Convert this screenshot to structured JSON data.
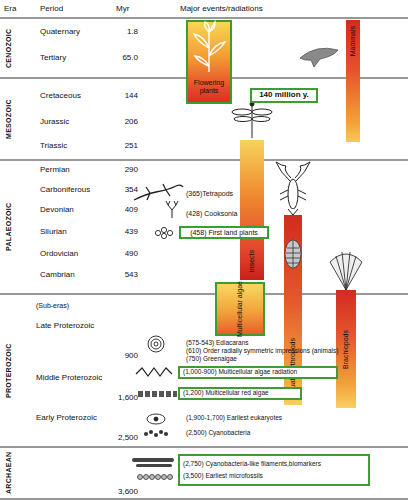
{
  "diagram": {
    "nodes": [
      {
        "text": [
          "Flowering plants"
        ]
      },
      {
        "text": [
          "Mammals"
        ]
      },
      {
        "text": [
          "140 million y."
        ]
      },
      {
        "text": [
          "Insects"
        ]
      },
      {
        "text": [
          "Aquatic arthropods"
        ]
      },
      {
        "text": [
          "Brachiopods"
        ]
      },
      {
        "text": [
          "(458) First land plants"
        ]
      },
      {
        "text": [
          "Multicellular algae"
        ]
      },
      {
        "text": [
          "(1,000-900) Multicellular algae radiation"
        ]
      },
      {
        "text": [
          "(1,200) Multicellular red algae"
        ]
      },
      {
        "text": [
          "(2,750) Cyanobacteria-like filaments,biomarkers",
          "(3,500) Earliest microfossils"
        ]
      }
    ],
    "labels": [
      "Era",
      "Period",
      "Myr",
      "Major events/radiations",
      "CENOZOIC",
      "Quaternary",
      "1.8",
      "Tertiary",
      "65.0",
      "MESOZOIC",
      "Cretaceous",
      "144",
      "Jurassic",
      "206",
      "Triassic",
      "251",
      "PALAEOZOIC",
      "Permian",
      "290",
      "Carboniferous",
      "354",
      "Devonian",
      "409",
      "Silurian",
      "439",
      "Ordovician",
      "490",
      "Cambrian",
      "543",
      "(365)Tetrapods",
      "(428) Cooksonia",
      "PROTEROZOIC",
      "(Sub-eras)",
      "Late Proterozoic",
      "(575-543) Ediacarans",
      "(610) Order radially symmetric impressions (animals)",
      "(750) Greenalgae",
      "900",
      "Middle Proterozoic",
      "1,600",
      "Early Proterozoic",
      "(1,900-1,700) Earliest eukaryotes",
      "(2,500) Cyanobacteria",
      "2,500",
      "ARCHAEAN",
      "3,600"
    ]
  }
}
